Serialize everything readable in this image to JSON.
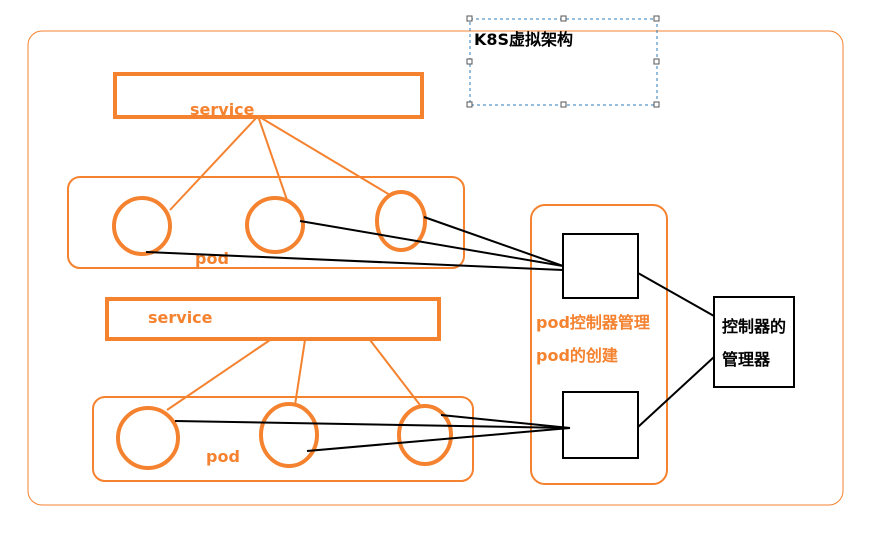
{
  "diagram": {
    "title": "K8S虚拟架构",
    "service_top_label": "service",
    "pod_top_label": "pod",
    "service_bottom_label": "service",
    "pod_bottom_label": "pod",
    "controller_label_1": "pod控制器管理",
    "controller_label_2": "pod的创建",
    "manager_label_1": "控制器的",
    "manager_label_2": "管理器"
  },
  "colors": {
    "accent": "#f4822f",
    "line": "#000000",
    "selection": "#2e7bb8"
  }
}
